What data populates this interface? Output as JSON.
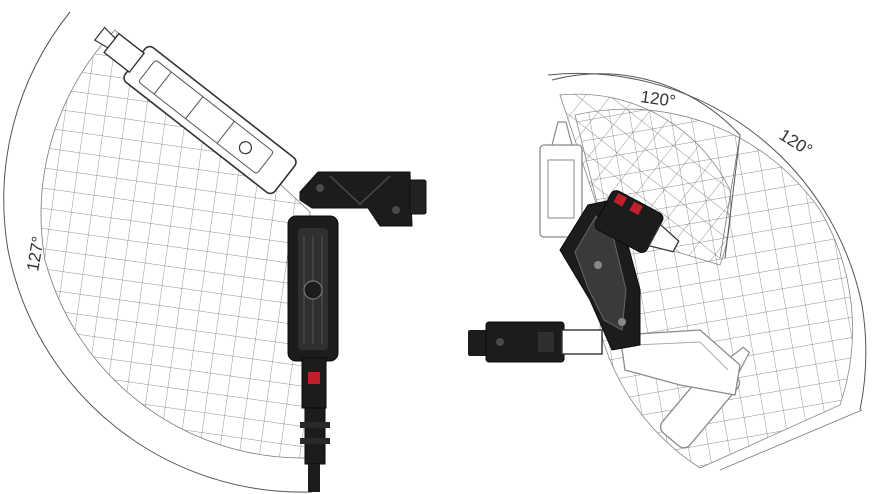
{
  "figure": {
    "left_view": {
      "range_label": "127°"
    },
    "right_view": {
      "inner_range_label": "120°",
      "outer_range_label": "120°"
    }
  },
  "colors": {
    "arm_body": "#1c1c1c",
    "arm_highlight": "#4a4a4a",
    "grid_line": "#6a6a6a",
    "arc_line": "#555555",
    "accent_red": "#c0202a",
    "outline_gray": "#8a8a8a",
    "background": "#ffffff"
  }
}
